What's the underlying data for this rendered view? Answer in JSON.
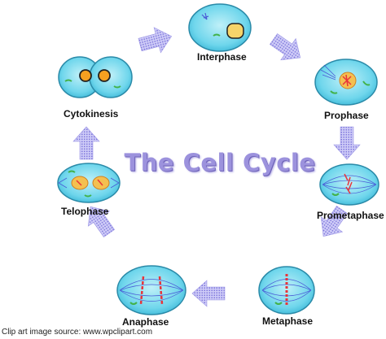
{
  "title": "The Cell Cycle",
  "phases": {
    "interphase": "Interphase",
    "prophase": "Prophase",
    "prometaphase": "Prometaphase",
    "metaphase": "Metaphase",
    "anaphase": "Anaphase",
    "telophase": "Telophase",
    "cytokinesis": "Cytokinesis"
  },
  "credit": "Clip art image source: www.wpclipart.com",
  "colors": {
    "cell_fill": "#5fd3ea",
    "cell_border": "#2a8aa8",
    "arrow": "#b3aff0",
    "title": "#9c92dd",
    "chromosome": "#e8343a",
    "nucleus": "#f4d060",
    "spindle": "#4a5bd6"
  }
}
